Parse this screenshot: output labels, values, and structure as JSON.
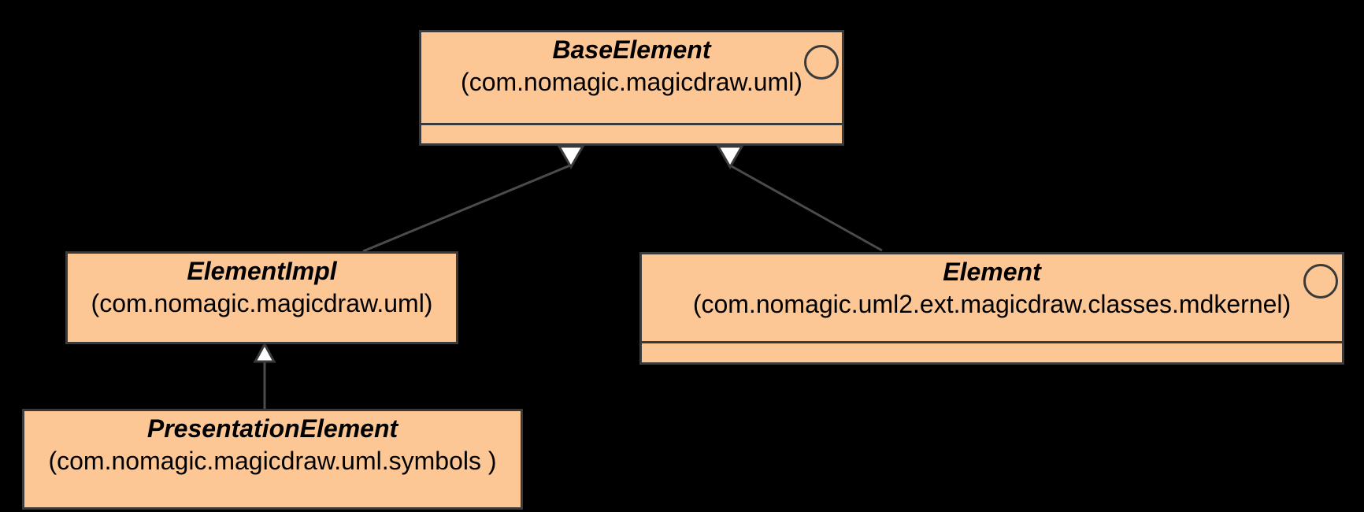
{
  "diagram": {
    "kind": "uml-class-diagram",
    "background_color": "#000000",
    "node_fill_color": "#FCC795",
    "node_border_color": "#3A3A3A",
    "connector_color": "#4B4B4B",
    "arrowhead_fill_color": "#FFFFFF",
    "classes": [
      {
        "name": "BaseElement",
        "package": "(com.nomagic.magicdraw.uml)",
        "interface_icon": true,
        "empty_compartment": true
      },
      {
        "name": "ElementImpl",
        "package": "(com.nomagic.magicdraw.uml)",
        "interface_icon": false,
        "empty_compartment": false
      },
      {
        "name": "Element",
        "package": "(com.nomagic.uml2.ext.magicdraw.classes.mdkernel)",
        "interface_icon": true,
        "empty_compartment": true
      },
      {
        "name": "PresentationElement",
        "package": "(com.nomagic.magicdraw.uml.symbols )",
        "interface_icon": false,
        "empty_compartment": false
      }
    ],
    "relationships": [
      {
        "from": "ElementImpl",
        "to": "BaseElement",
        "type": "generalization"
      },
      {
        "from": "Element",
        "to": "BaseElement",
        "type": "generalization"
      },
      {
        "from": "PresentationElement",
        "to": "ElementImpl",
        "type": "generalization"
      }
    ]
  }
}
